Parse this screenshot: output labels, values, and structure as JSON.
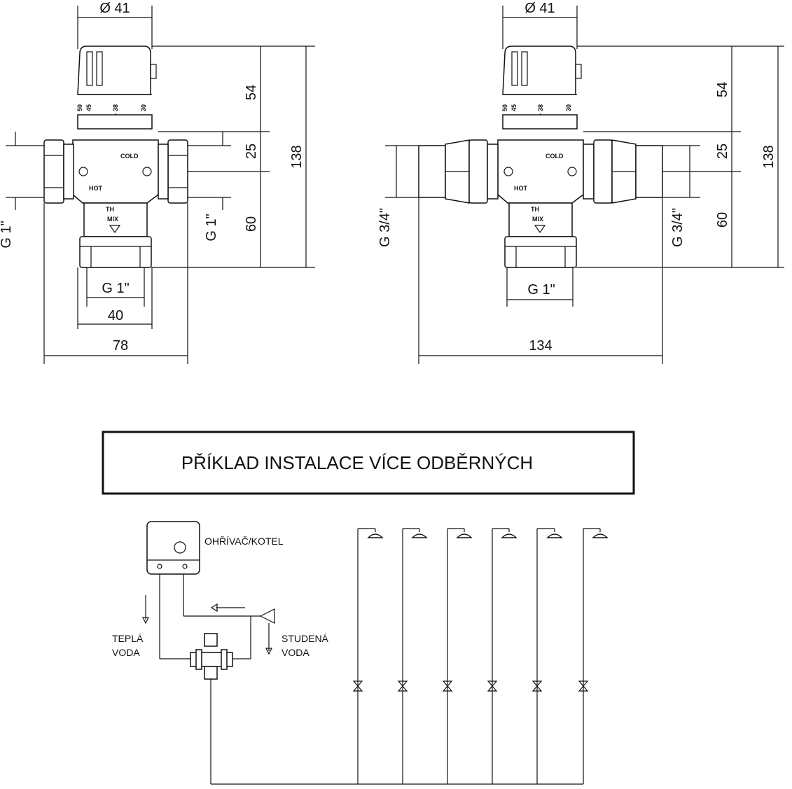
{
  "left_drawing": {
    "diameter": "Ø 41",
    "dim_54": "54",
    "dim_25": "25",
    "dim_60": "60",
    "dim_138": "138",
    "thread_side_left": "G 1\"",
    "thread_side_right": "G 1\"",
    "thread_bottom": "G 1\"",
    "dim_40": "40",
    "dim_78": "78",
    "scale": [
      "50",
      "45",
      "38",
      "30"
    ],
    "label_cold": "COLD",
    "label_hot": "HOT",
    "label_th": "TH",
    "label_mix": "MIX"
  },
  "right_drawing": {
    "diameter": "Ø 41",
    "dim_54": "54",
    "dim_25": "25",
    "dim_60": "60",
    "dim_138": "138",
    "thread_side_left": "G 3/4\"",
    "thread_side_right": "G 3/4\"",
    "thread_bottom": "G 1\"",
    "dim_134": "134",
    "scale": [
      "50",
      "45",
      "38",
      "30"
    ],
    "label_cold": "COLD",
    "label_hot": "HOT",
    "label_th": "TH",
    "label_mix": "MIX"
  },
  "installation": {
    "title": "PŘÍKLAD INSTALACE VÍCE ODBĚRNÝCH",
    "heater_label": "OHŘÍVAČ/KOTEL",
    "warm_water_line1": "TEPLÁ",
    "warm_water_line2": "VODA",
    "cold_water_line1": "STUDENÁ",
    "cold_water_line2": "VODA"
  }
}
